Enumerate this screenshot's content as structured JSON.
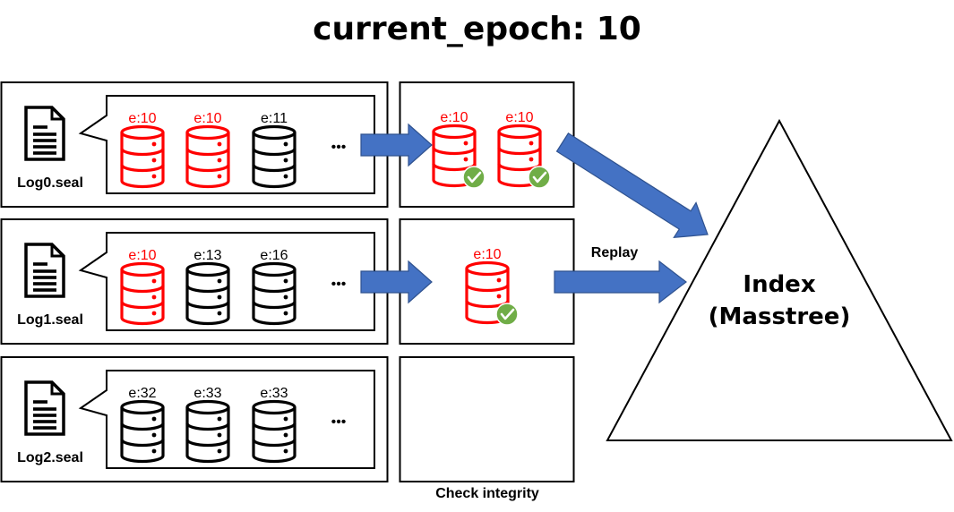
{
  "title": "current_epoch: 10",
  "colors": {
    "highlight": "#ff0000",
    "normal": "#000000",
    "arrow": "#4472c4",
    "check": "#70ad47"
  },
  "logs": [
    {
      "name": "Log0.seal",
      "segments": [
        {
          "epoch": "e:10",
          "highlight": true
        },
        {
          "epoch": "e:10",
          "highlight": true
        },
        {
          "epoch": "e:11",
          "highlight": false
        }
      ],
      "extracted": [
        "e:10",
        "e:10"
      ]
    },
    {
      "name": "Log1.seal",
      "segments": [
        {
          "epoch": "e:10",
          "highlight": true
        },
        {
          "epoch": "e:13",
          "highlight": false
        },
        {
          "epoch": "e:16",
          "highlight": false
        }
      ],
      "extracted": [
        "e:10"
      ]
    },
    {
      "name": "Log2.seal",
      "segments": [
        {
          "epoch": "e:32",
          "highlight": false
        },
        {
          "epoch": "e:33",
          "highlight": false
        },
        {
          "epoch": "e:33",
          "highlight": false
        }
      ],
      "extracted": []
    }
  ],
  "ellipsis": "•••",
  "replay_label": "Replay",
  "check_label": "Check integrity",
  "index": {
    "line1": "Index",
    "line2": "(Masstree)"
  },
  "icons": {
    "log_file": "document-icon",
    "segment": "database-icon",
    "verified": "checkmark-icon"
  }
}
